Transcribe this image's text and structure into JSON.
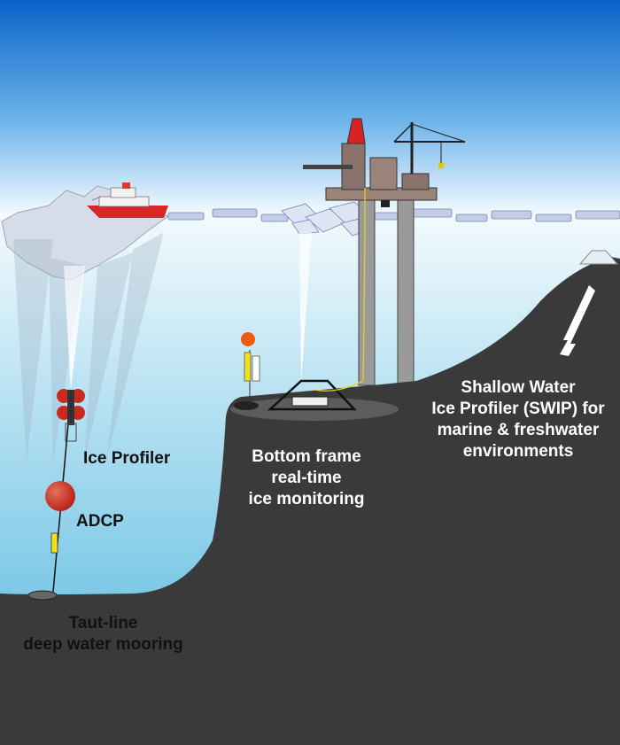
{
  "labels": {
    "ice_profiler": "Ice Profiler",
    "adcp": "ADCP",
    "taut_line": [
      "Taut-line",
      "deep water mooring"
    ],
    "bottom_frame": [
      "Bottom frame",
      "real-time",
      "ice monitoring"
    ],
    "swip": [
      "Shallow Water",
      "Ice Profiler (SWIP) for",
      "marine  & freshwater",
      "environments"
    ]
  },
  "colors": {
    "sky_top": "#0a63c9",
    "sky_bottom": "#ffffff",
    "water_top": "#eaf6fb",
    "water_bottom": "#5bbde0",
    "seabed": "#3a3a3a",
    "ice": "#c8d3e6",
    "buoy": "#cc2a20",
    "instrument": "#f0e21a"
  }
}
